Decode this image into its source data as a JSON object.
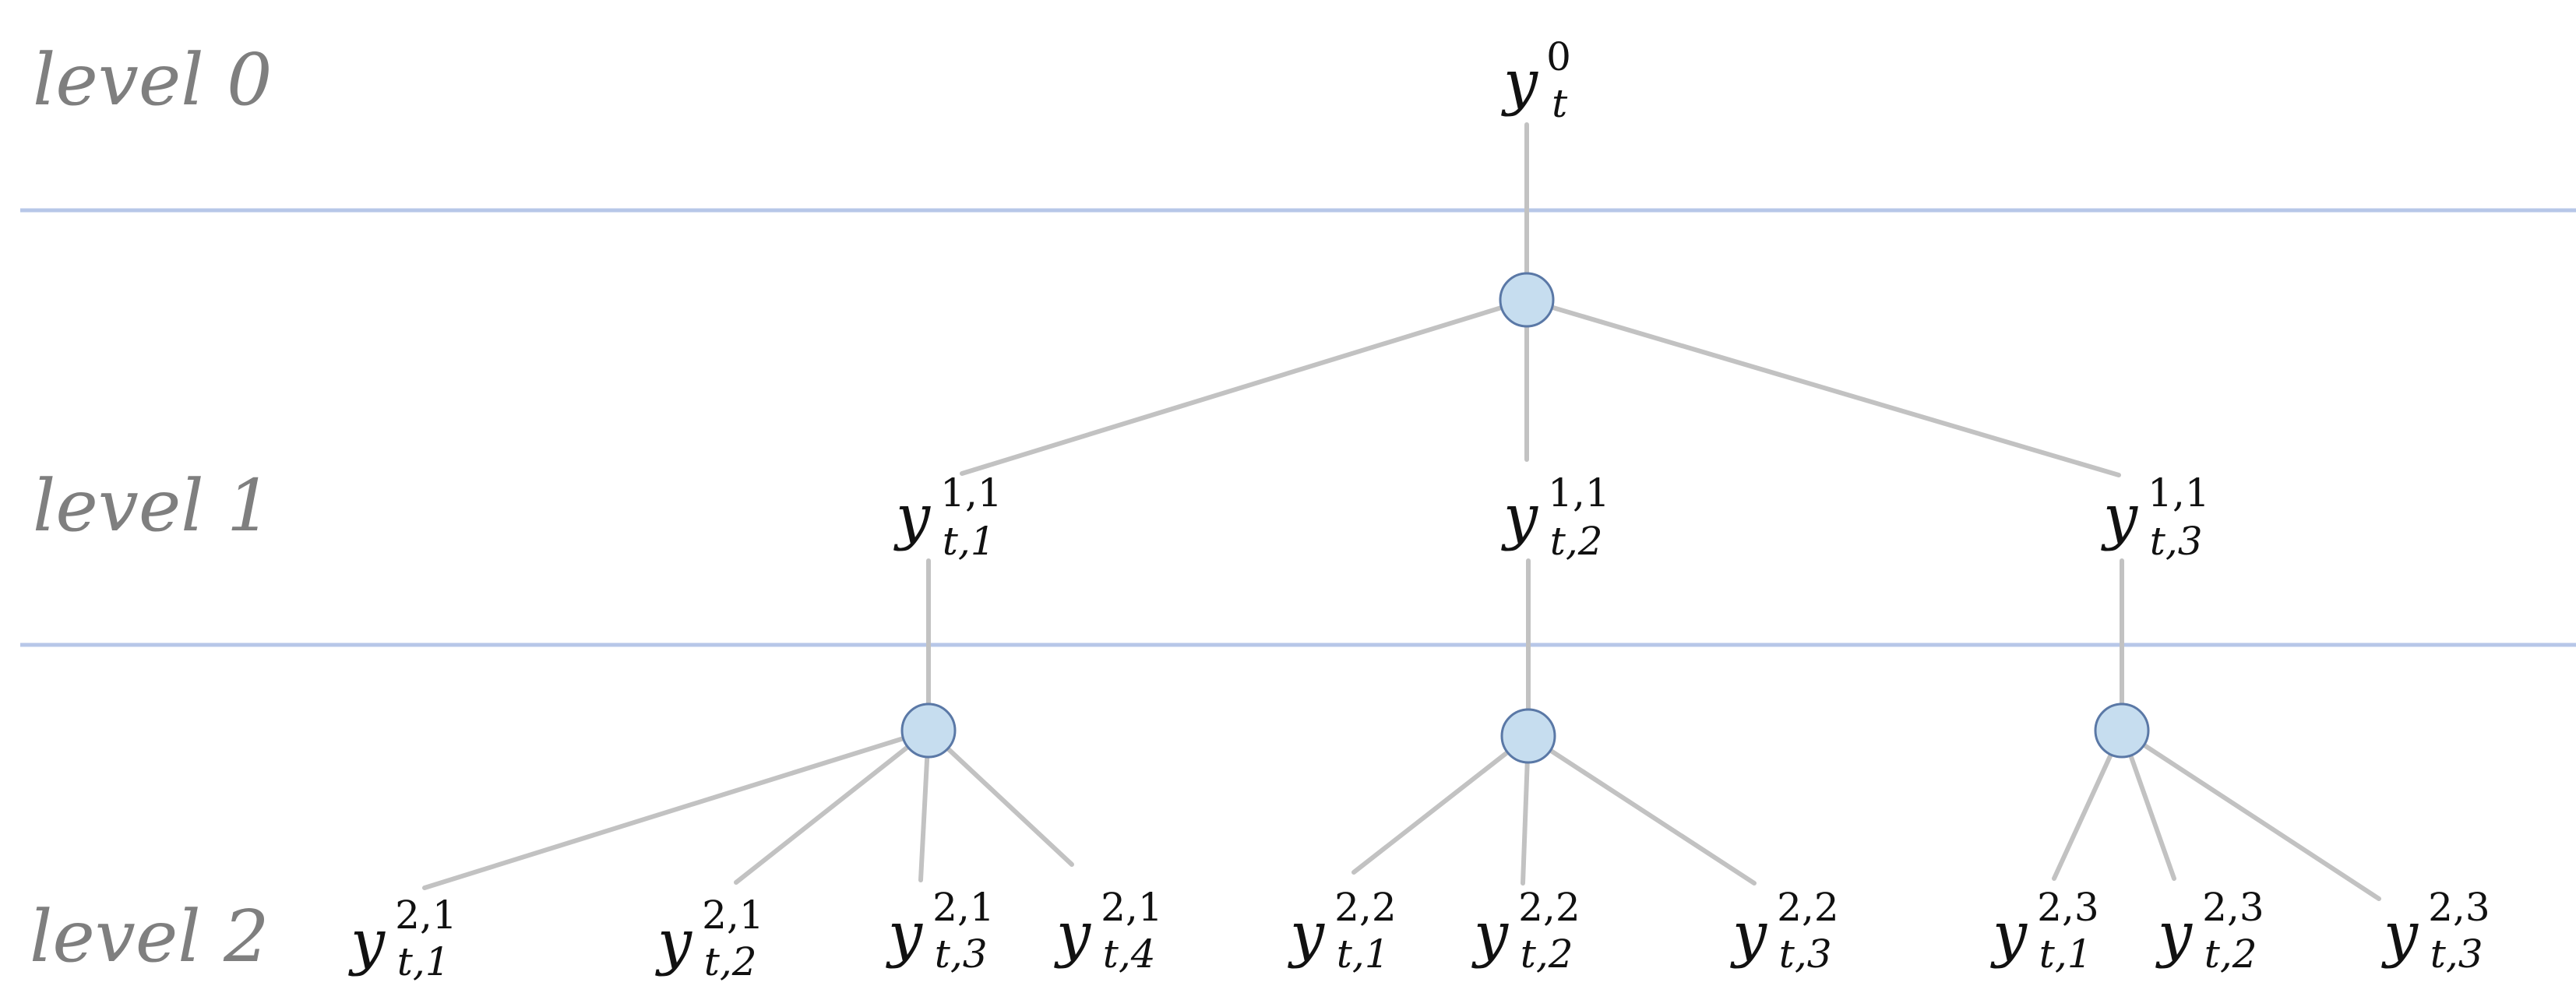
{
  "levels": [
    {
      "label": "level 0"
    },
    {
      "label": "level 1"
    },
    {
      "label": "level 2"
    }
  ],
  "nodes": {
    "root": {
      "base": "y",
      "sup": "0",
      "sub": "t"
    },
    "level1": [
      {
        "base": "y",
        "sup": "1,1",
        "sub": "t,1"
      },
      {
        "base": "y",
        "sup": "1,1",
        "sub": "t,2"
      },
      {
        "base": "y",
        "sup": "1,1",
        "sub": "t,3"
      }
    ],
    "level2": [
      {
        "base": "y",
        "sup": "2,1",
        "sub": "t,1"
      },
      {
        "base": "y",
        "sup": "2,1",
        "sub": "t,2"
      },
      {
        "base": "y",
        "sup": "2,1",
        "sub": "t,3"
      },
      {
        "base": "y",
        "sup": "2,1",
        "sub": "t,4"
      },
      {
        "base": "y",
        "sup": "2,2",
        "sub": "t,1"
      },
      {
        "base": "y",
        "sup": "2,2",
        "sub": "t,2"
      },
      {
        "base": "y",
        "sup": "2,2",
        "sub": "t,3"
      },
      {
        "base": "y",
        "sup": "2,3",
        "sub": "t,1"
      },
      {
        "base": "y",
        "sup": "2,3",
        "sub": "t,2"
      },
      {
        "base": "y",
        "sup": "2,3",
        "sub": "t,3"
      }
    ]
  },
  "colors": {
    "separator": "#b7c7e8",
    "edge": "#c2c2c2",
    "junction_fill": "#c6ddef",
    "junction_stroke": "#5a78a6",
    "level_label": "#7f7f7f"
  }
}
